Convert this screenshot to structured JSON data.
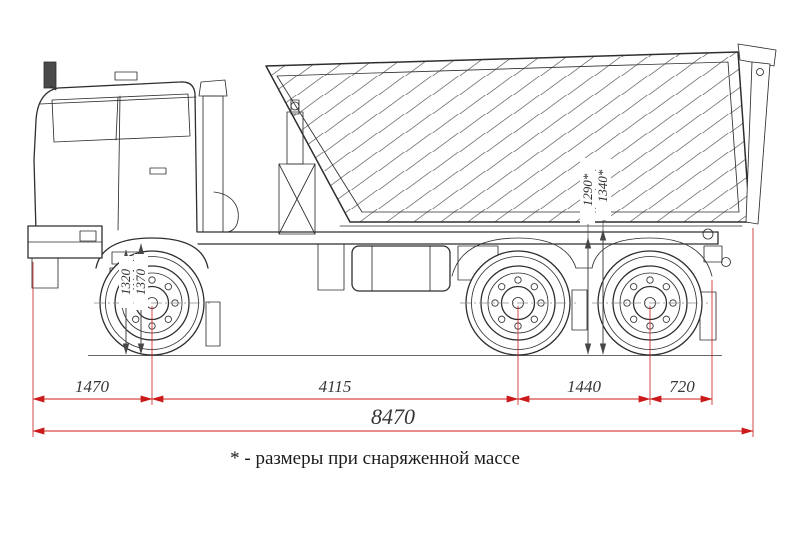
{
  "figure": {
    "type": "technical-side-view-drawing",
    "subject": "dump-truck-6x6-with-tipper-body",
    "note": "* - размеры при снаряженной массе",
    "dims": {
      "front_overhang": "1470",
      "wheelbase": "4115",
      "rear_bogie_spread": "1440",
      "rear_overhang": "720",
      "total_length": "8470",
      "front_height_left": "1320",
      "front_height_right": "1370",
      "rear_height_left": "1290*",
      "rear_height_right": "1340*"
    },
    "colors": {
      "dimension_line": "#cc1a1a",
      "drawing_line": "#2e2e2e",
      "text": "#353535"
    }
  }
}
